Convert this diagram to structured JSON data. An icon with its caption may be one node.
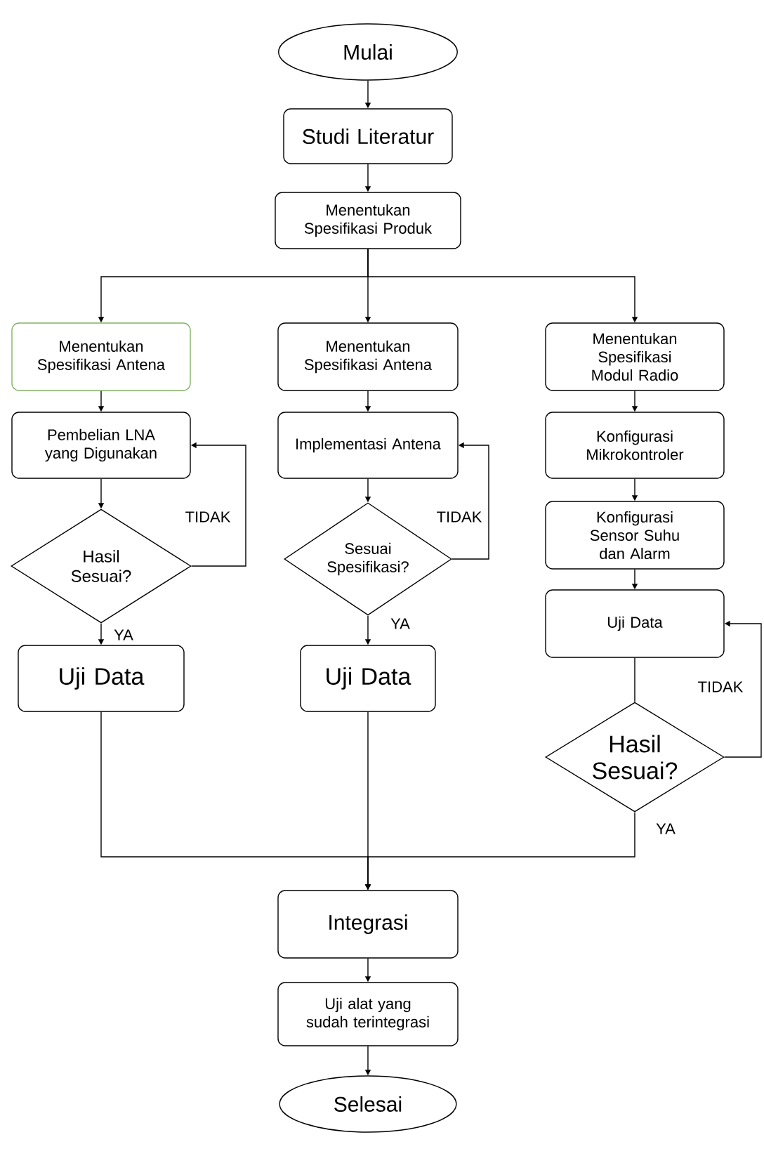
{
  "diagram": {
    "nodes": [
      {
        "text": [
          "Mulai"
        ]
      },
      {
        "text": [
          "Studi Literatur"
        ]
      },
      {
        "text": [
          "Menentukan Spesifikasi Produk"
        ]
      },
      {
        "text": [
          "Menentukan Spesifikasi Antena"
        ]
      },
      {
        "text": [
          "Pembelian LNA yang Digunakan"
        ]
      },
      {
        "text": [
          "Hasil Sesuai?"
        ]
      },
      {
        "text": [
          "Uji Data"
        ]
      },
      {
        "text": [
          "Menentukan Spesifikasi Antena"
        ]
      },
      {
        "text": [
          "Implementasi Antena"
        ]
      },
      {
        "text": [
          "Sesuai Spesifikasi?"
        ]
      },
      {
        "text": [
          "Uji Data"
        ]
      },
      {
        "text": [
          "Menentukan Spesifikasi Modul Radio"
        ]
      },
      {
        "text": [
          "Konfigurasi Mikrokontroler"
        ]
      },
      {
        "text": [
          "Konfigurasi Sensor Suhu dan Alarm"
        ]
      },
      {
        "text": [
          "Uji Data"
        ]
      },
      {
        "text": [
          "Hasil Sesuai?"
        ]
      },
      {
        "text": [
          "Integrasi"
        ]
      },
      {
        "text": [
          "Uji alat yang sudah terintegrasi"
        ]
      },
      {
        "text": [
          "Selesai"
        ]
      }
    ],
    "edges": [
      {
        "from": 0,
        "to": 1,
        "arrow": "to"
      },
      {
        "from": 1,
        "to": 2,
        "arrow": "to"
      },
      {
        "from": 2,
        "to": 3,
        "arrow": "to"
      },
      {
        "from": 2,
        "to": 7,
        "arrow": "to"
      },
      {
        "from": 2,
        "to": 11,
        "arrow": "to"
      },
      {
        "from": 3,
        "to": 4,
        "arrow": "to"
      },
      {
        "from": 4,
        "to": 5,
        "arrow": "to"
      },
      {
        "from": 5,
        "to": 6,
        "arrow": "to",
        "label": "YA"
      },
      {
        "from": 5,
        "to": 4,
        "arrow": "to",
        "label": "TIDAK"
      },
      {
        "from": 7,
        "to": 8,
        "arrow": "to"
      },
      {
        "from": 8,
        "to": 9,
        "arrow": "to"
      },
      {
        "from": 9,
        "to": 10,
        "arrow": "to",
        "label": "YA"
      },
      {
        "from": 9,
        "to": 8,
        "arrow": "to",
        "label": "TIDAK"
      },
      {
        "from": 11,
        "to": 12,
        "arrow": "to"
      },
      {
        "from": 12,
        "to": 13,
        "arrow": "to"
      },
      {
        "from": 13,
        "to": 14,
        "arrow": "to"
      },
      {
        "from": 14,
        "to": 15,
        "arrow": "none"
      },
      {
        "from": 15,
        "to": 14,
        "arrow": "to",
        "label": "TIDAK"
      },
      {
        "from": 6,
        "to": 16,
        "arrow": "to"
      },
      {
        "from": 10,
        "to": 16,
        "arrow": "to"
      },
      {
        "from": 15,
        "to": 16,
        "arrow": "to",
        "label": "YA"
      },
      {
        "from": 16,
        "to": 17,
        "arrow": "to"
      },
      {
        "from": 17,
        "to": 18,
        "arrow": "to"
      }
    ]
  }
}
